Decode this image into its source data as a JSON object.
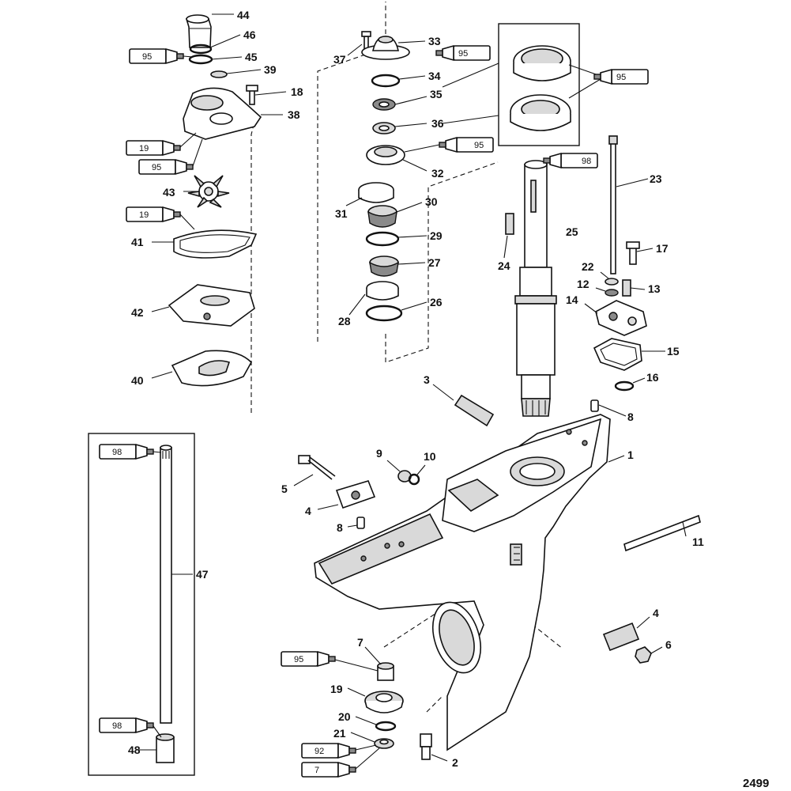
{
  "figure_number": "2499",
  "callouts": {
    "n1": "1",
    "n2": "2",
    "n3": "3",
    "n4a": "4",
    "n4b": "4",
    "n5": "5",
    "n6": "6",
    "n7": "7",
    "n8a": "8",
    "n8b": "8",
    "n9": "9",
    "n10": "10",
    "n11": "11",
    "n12": "12",
    "n13": "13",
    "n14": "14",
    "n15": "15",
    "n16": "16",
    "n17": "17",
    "n18": "18",
    "n19": "19",
    "n20": "20",
    "n21": "21",
    "n22": "22",
    "n23": "23",
    "n24": "24",
    "n25": "25",
    "n26": "26",
    "n27": "27",
    "n28": "28",
    "n29": "29",
    "n30": "30",
    "n31": "31",
    "n32": "32",
    "n33": "33",
    "n34": "34",
    "n35": "35",
    "n36": "36",
    "n37": "37",
    "n38": "38",
    "n39": "39",
    "n40": "40",
    "n41": "41",
    "n42": "42",
    "n43": "43",
    "n44": "44",
    "n45": "45",
    "n46": "46",
    "n47": "47",
    "n48": "48"
  },
  "tubes": {
    "t1": "95",
    "t2": "19",
    "t3": "95",
    "t4": "19",
    "t5": "95",
    "t6": "95",
    "t7": "95",
    "t8": "98",
    "t9": "98",
    "t10": "98",
    "t11": "95",
    "t12": "92",
    "t13": "7"
  }
}
